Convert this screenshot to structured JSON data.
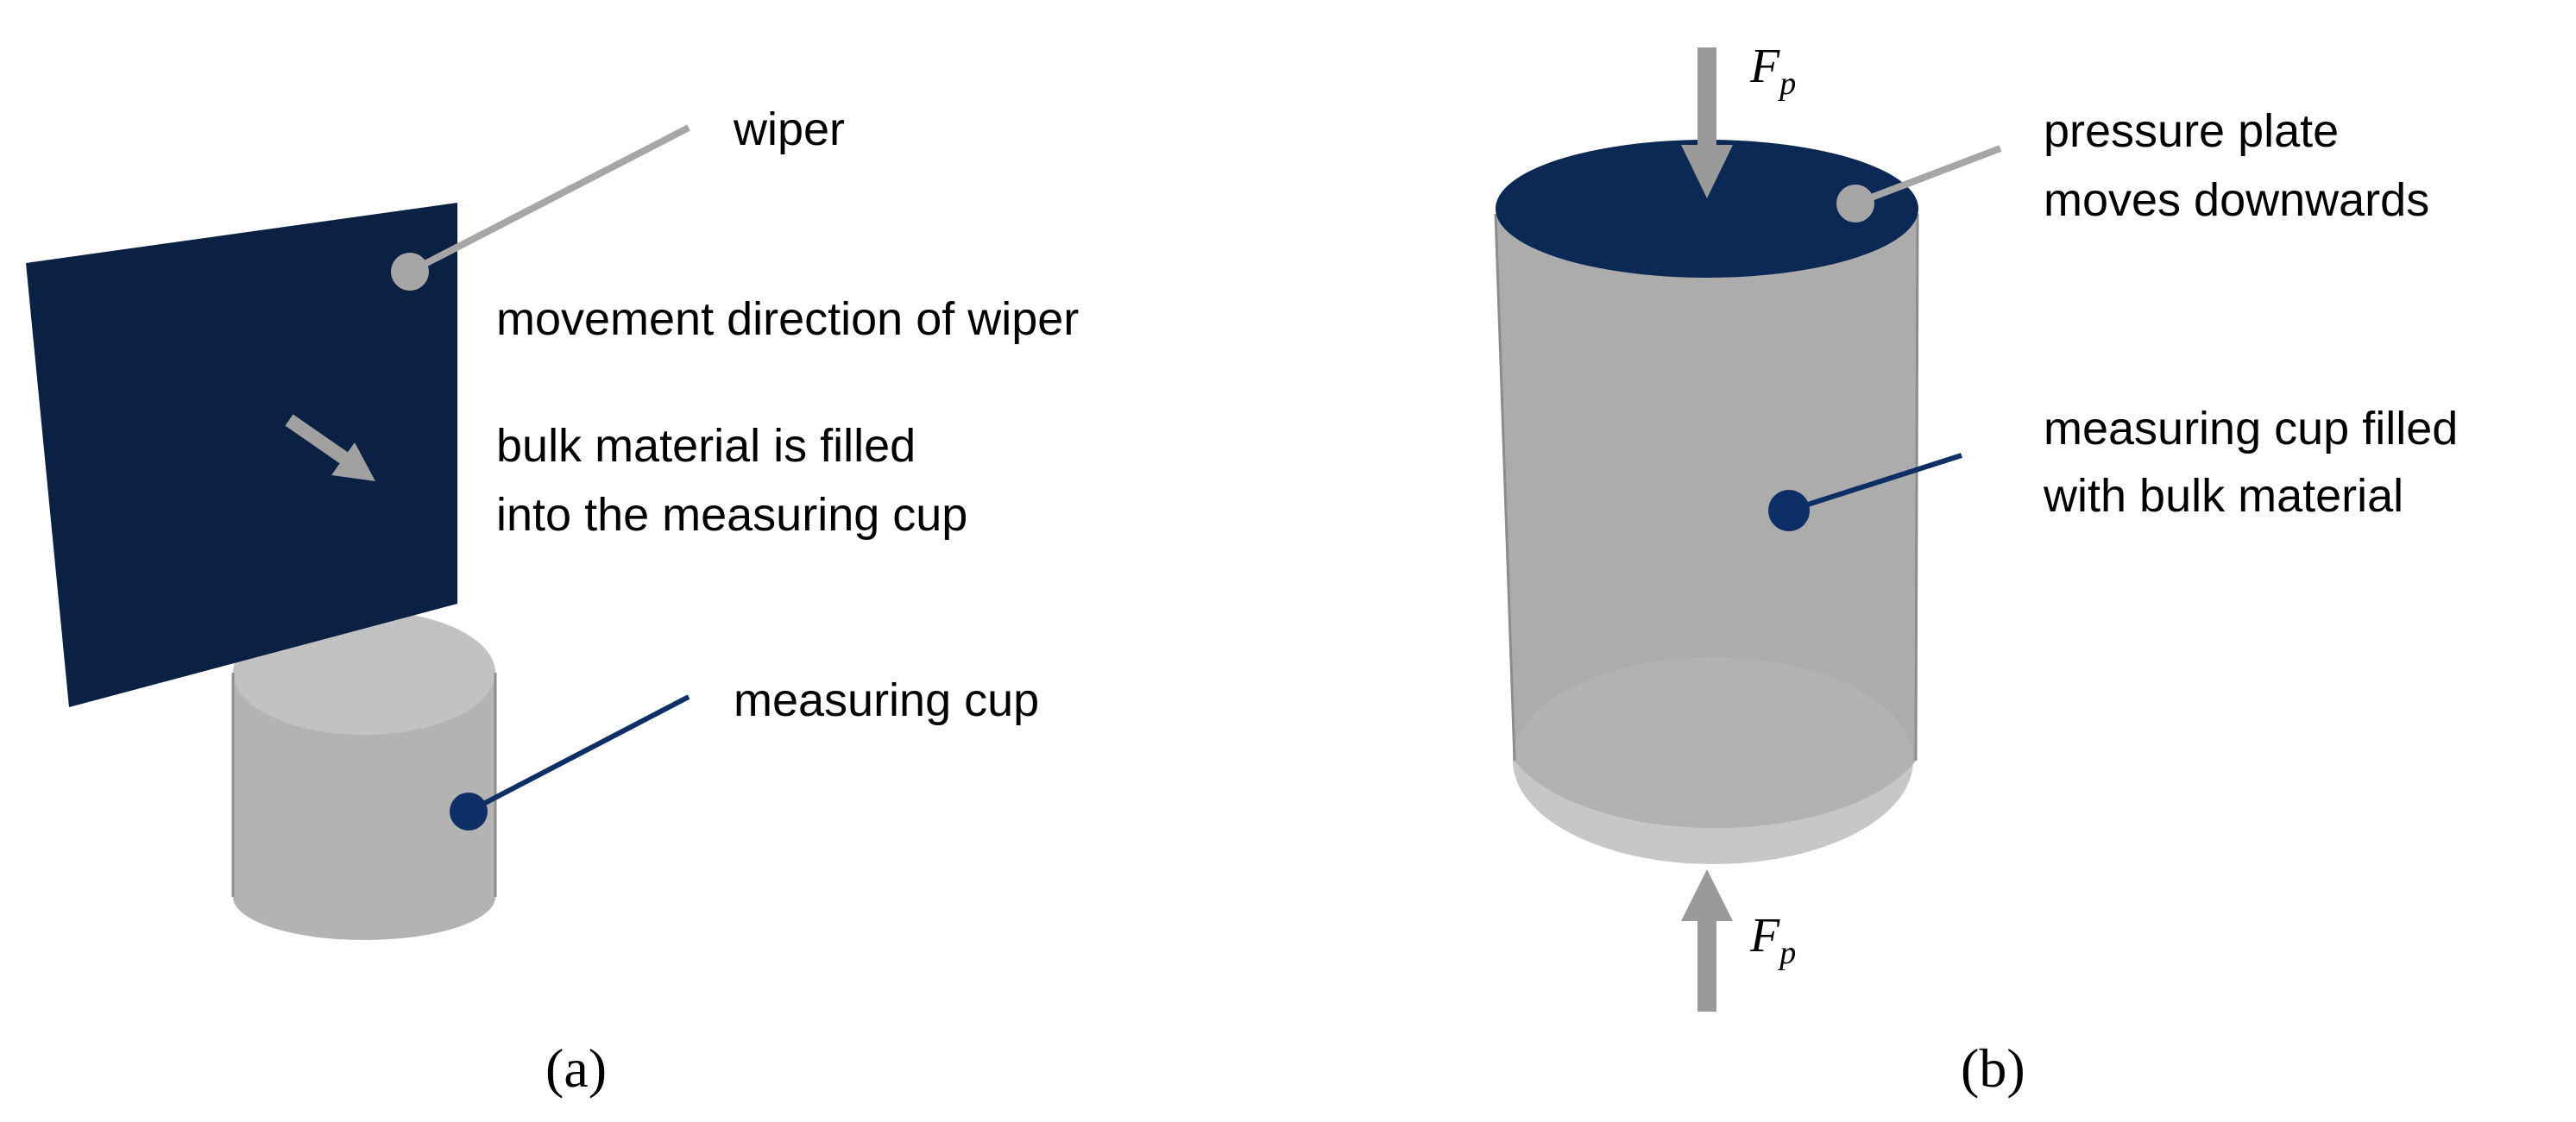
{
  "panel_a": {
    "caption": "(a)",
    "labels": {
      "wiper": "wiper",
      "movement": "movement direction of wiper",
      "bulk_line1": "bulk material is filled",
      "bulk_line2": "into the measuring cup",
      "cup": "measuring cup"
    }
  },
  "panel_b": {
    "caption": "(b)",
    "labels": {
      "plate_line1": "pressure plate",
      "plate_line2": "moves downwards",
      "filled_line1": "measuring cup filled",
      "filled_line2": "with bulk material"
    },
    "force": {
      "symbol": "F",
      "subscript": "p"
    }
  },
  "colors": {
    "navy": "#0b2143",
    "plate": "#0c2855",
    "leader_grey": "#a6a6a6",
    "leader_blue": "#0e2f66",
    "cup_grey": "#a3a3a3",
    "arrow_grey": "#9a9a9a"
  }
}
